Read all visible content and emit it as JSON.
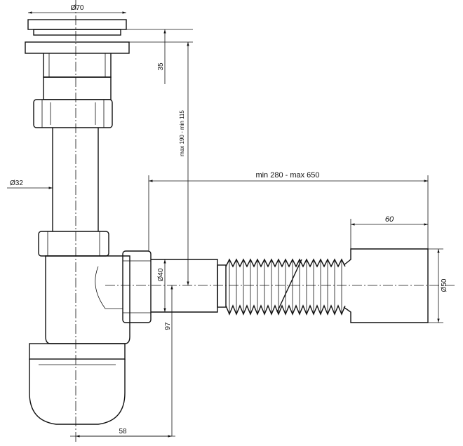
{
  "drawing": {
    "labels": {
      "cap_diameter": "Ø70",
      "flange_height": "35",
      "height_range": "max 190 - min 115",
      "pipe_diameter": "Ø32",
      "length_range": "min 280 - max 650",
      "end_length": "60",
      "outlet_diameter": "Ø40",
      "end_diameter": "Ø50",
      "outlet_height": "97",
      "outlet_offset": "58"
    }
  }
}
